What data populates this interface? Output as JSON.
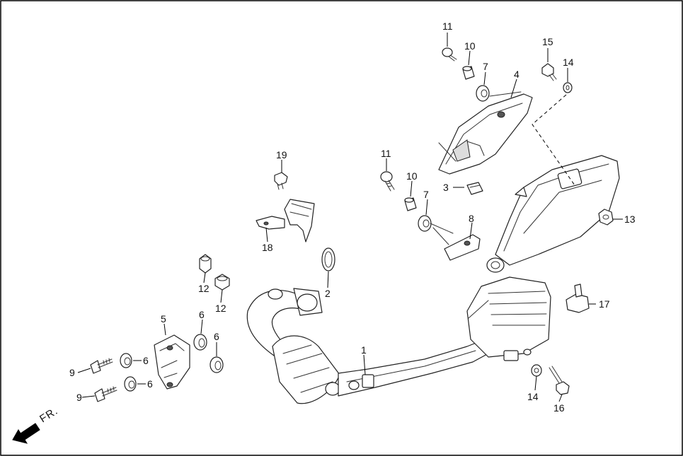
{
  "direction_label": "FR.",
  "callouts": {
    "c1": "1",
    "c2": "2",
    "c3": "3",
    "c4": "4",
    "c5": "5",
    "c6a": "6",
    "c6b": "6",
    "c6c": "6",
    "c6d": "6",
    "c7a": "7",
    "c7b": "7",
    "c8": "8",
    "c9a": "9",
    "c9b": "9",
    "c10a": "10",
    "c10b": "10",
    "c11a": "11",
    "c11b": "11",
    "c12a": "12",
    "c12b": "12",
    "c13": "13",
    "c14a": "14",
    "c14b": "14",
    "c15": "15",
    "c16": "16",
    "c17": "17",
    "c18": "18",
    "c19": "19"
  }
}
